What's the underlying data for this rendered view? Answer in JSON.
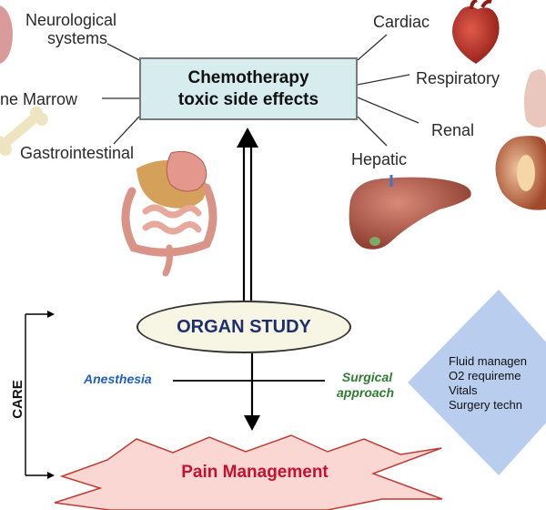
{
  "top": {
    "title_line1": "Chemotherapy",
    "title_line2": "toxic side effects"
  },
  "organs": {
    "neurological_line1": "Neurological",
    "neurological_line2": "systems",
    "marrow": "ne Marrow",
    "gastrointestinal": "Gastrointestinal",
    "cardiac": "Cardiac",
    "respiratory": "Respiratory",
    "renal": "Renal",
    "hepatic": "Hepatic"
  },
  "middle": {
    "organ_study": "ORGAN STUDY",
    "anesthesia": "Anesthesia",
    "surgical_line1": "Surgical",
    "surgical_line2": "approach",
    "care": "CARE"
  },
  "surgical_items": [
    "Fluid managen",
    "O2 requireme",
    "Vitals",
    "Surgery techn"
  ],
  "bottom": {
    "pain_management": "Pain Management"
  },
  "colors": {
    "title_box_fill": "#d6ecef",
    "diamond_fill": "#b9cdee",
    "pain_star_fill": "#fbd7d4",
    "pain_text": "#c8102e",
    "anesthesia_text": "#1f5fbf",
    "surgical_text": "#2e7d32"
  }
}
